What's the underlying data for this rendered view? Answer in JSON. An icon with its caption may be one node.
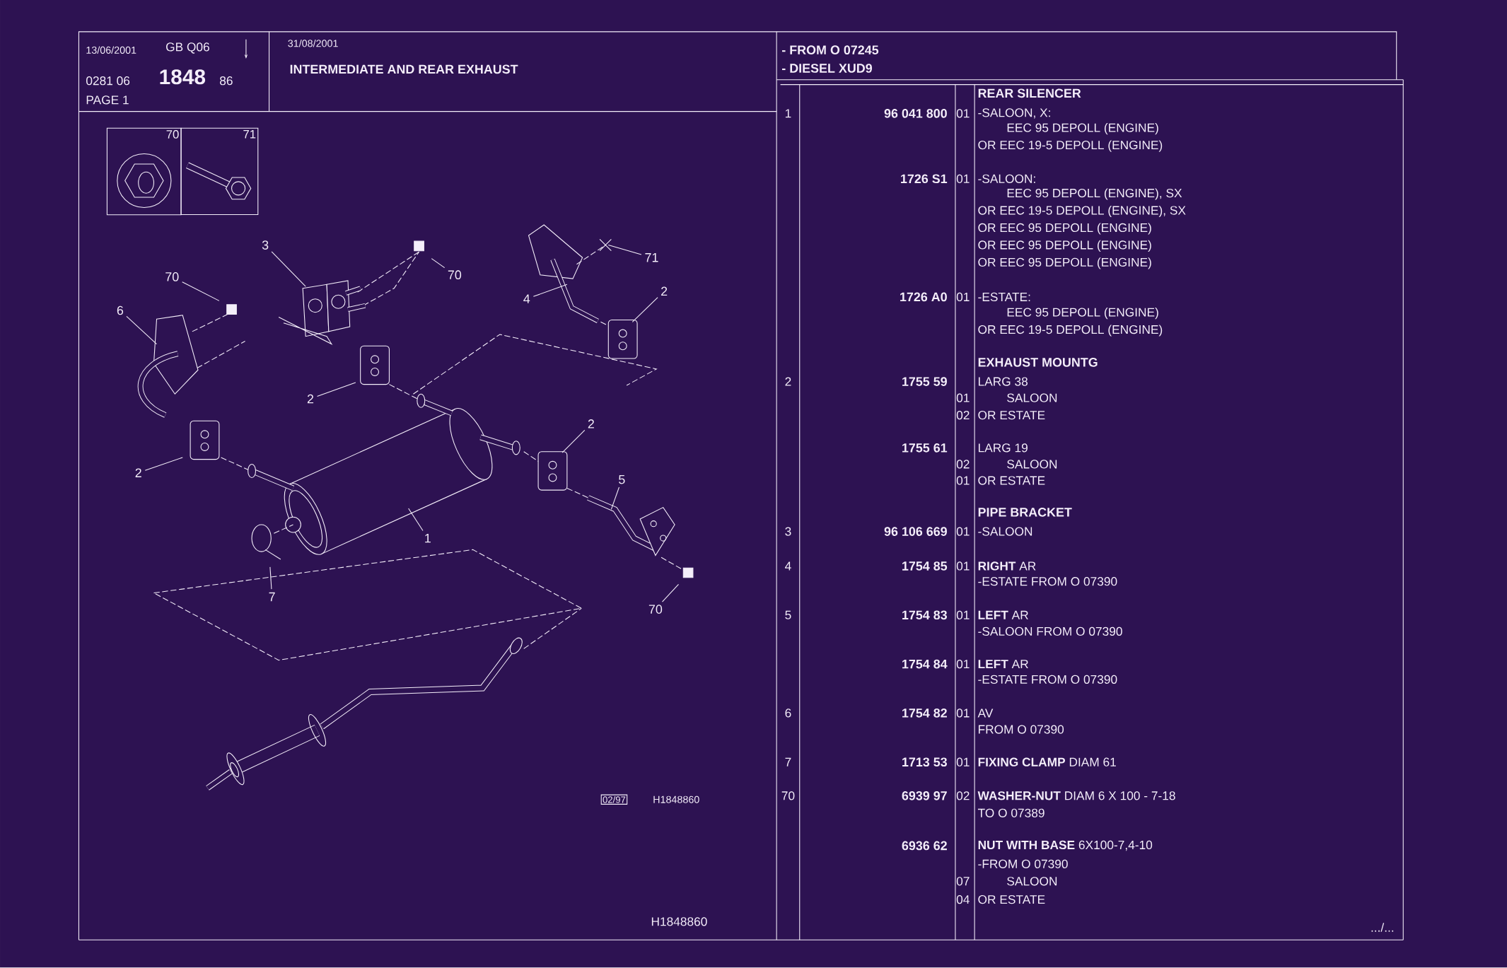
{
  "diagram": {
    "title": "INTERMEDIATE AND REAR EXHAUST",
    "nodes": [
      {
        "text": [
          "70"
        ]
      },
      {
        "text": [
          "71"
        ]
      },
      {
        "text": [
          "3"
        ]
      },
      {
        "text": [
          "71"
        ]
      },
      {
        "text": [
          "70"
        ]
      },
      {
        "text": [
          "70"
        ]
      },
      {
        "text": [
          "2"
        ]
      },
      {
        "text": [
          "4"
        ]
      },
      {
        "text": [
          "6"
        ]
      },
      {
        "text": [
          "2"
        ]
      },
      {
        "text": [
          "2"
        ]
      },
      {
        "text": [
          "2"
        ]
      },
      {
        "text": [
          "5"
        ]
      },
      {
        "text": [
          "1"
        ]
      },
      {
        "text": [
          "7"
        ]
      },
      {
        "text": [
          "70"
        ]
      },
      {
        "text": [
          "02/97"
        ]
      }
    ],
    "edges": [
      {
        "from": 2,
        "to": null,
        "arrow": "none"
      },
      {
        "from": 3,
        "to": null,
        "arrow": "none"
      },
      {
        "from": 4,
        "to": null,
        "arrow": "none"
      },
      {
        "from": 5,
        "to": null,
        "arrow": "none"
      },
      {
        "from": 6,
        "to": null,
        "arrow": "none"
      },
      {
        "from": 7,
        "to": null,
        "arrow": "none"
      },
      {
        "from": 8,
        "to": null,
        "arrow": "none"
      },
      {
        "from": 9,
        "to": null,
        "arrow": "none"
      },
      {
        "from": 10,
        "to": null,
        "arrow": "none"
      },
      {
        "from": 11,
        "to": null,
        "arrow": "none"
      },
      {
        "from": 12,
        "to": null,
        "arrow": "none"
      },
      {
        "from": 13,
        "to": null,
        "arrow": "none"
      },
      {
        "from": 14,
        "to": null,
        "arrow": "none"
      },
      {
        "from": 15,
        "to": null,
        "arrow": "none"
      }
    ],
    "labels": [
      "13/06/2001",
      "GB Q06",
      "0281 06",
      "1848",
      "86",
      "PAGE 1",
      "31/08/2001",
      "- FROM O 07245",
      "- DIESEL XUD9",
      "REAR SILENCER",
      "1",
      "96 041 800",
      "01",
      "-SALOON, X:",
      "EEC 95 DEPOLL (ENGINE)",
      "OR EEC 19-5 DEPOLL (ENGINE)",
      "1726 S1",
      "01",
      "-SALOON:",
      "EEC 95 DEPOLL (ENGINE), SX",
      "OR EEC 19-5 DEPOLL (ENGINE), SX",
      "OR EEC 95 DEPOLL (ENGINE)",
      "OR EEC 95 DEPOLL (ENGINE)",
      "OR EEC 95 DEPOLL (ENGINE)",
      "1726 A0",
      "01",
      "-ESTATE:",
      "EEC 95 DEPOLL (ENGINE)",
      "OR EEC 19-5 DEPOLL (ENGINE)",
      "EXHAUST MOUNTG",
      "2",
      "1755 59",
      "LARG 38",
      "01",
      "SALOON",
      "02",
      "OR ESTATE",
      "1755 61",
      "LARG 19",
      "02",
      "SALOON",
      "01",
      "OR ESTATE",
      "PIPE BRACKET",
      "3",
      "96 106 669",
      "01",
      "-SALOON",
      "4",
      "1754 85",
      "01",
      "**RIGHT** AR",
      "-ESTATE FROM O 07390",
      "5",
      "1754 83",
      "01",
      "**LEFT** AR",
      "-SALOON FROM O 07390",
      "1754 84",
      "01",
      "**LEFT** AR",
      "-ESTATE FROM O 07390",
      "6",
      "1754 82",
      "01",
      "AV",
      "FROM O 07390",
      "7",
      "1713 53",
      "01",
      "**FIXING CLAMP** DIAM 61",
      "70",
      "6939 97",
      "02",
      "**WASHER-NUT** DIAM 6 X 100 - 7-18",
      "TO O 07389",
      "6936 62",
      "**NUT WITH BASE** 6X100-7,4-10",
      "-FROM O 07390",
      "07",
      "SALOON",
      "04",
      "OR ESTATE",
      ".../...",
      "H1848860",
      "H1848860"
    ]
  }
}
